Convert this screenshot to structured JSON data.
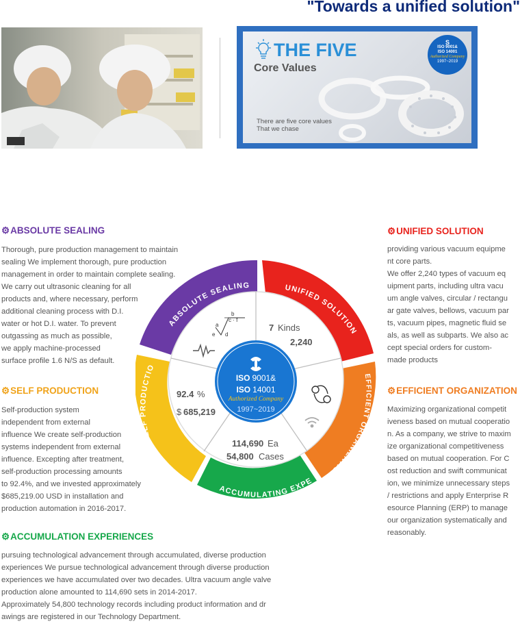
{
  "header": {
    "headline": "\"Towards a unified solution\""
  },
  "banner": {
    "title": "THE FIVE",
    "subtitle": "Core Values",
    "note_line1": "There are five core values",
    "note_line2": "That we chase",
    "badge": {
      "iso1": "ISO 9001&",
      "iso2": "ISO 14001",
      "sig": "Authorized Company",
      "years": "1997~2019"
    }
  },
  "sections": {
    "absolute": {
      "title": "ABSOLUTE SEALING",
      "lines": [
        "Thorough, pure production management to  maintain",
        "sealing We implement thorough, pure production",
        "management in order to maintain complete sealing.",
        "We carry out ultrasonic cleaning for all",
        "products and, where necessary, perform",
        "additional cleaning process with D.I.",
        "water or hot D.I. water. To prevent",
        "outgassing as much as possible,",
        "we apply machine-processed",
        "surface profile 1.6 N/S as default."
      ]
    },
    "self": {
      "title": "SELF PRODUCTION",
      "lines": [
        "Self-production system",
        "independent from external",
        "influence We create self-production",
        "systems independent from external",
        "influence. Excepting after treatment,",
        "self-production processing amounts",
        "to 92.4%, and we invested approximately",
        "$685,219.00 USD in installation and",
        "production automation in 2016-2017."
      ]
    },
    "accumulation": {
      "title": "ACCUMULATION EXPERIENCES",
      "lines": [
        "pursuing technological advancement through accumulated, diverse production",
        "experiences We pursue technological advancement through diverse production",
        "experiences we have accumulated over two decades.  Ultra vacuum angle valve",
        "production alone amounted to 114,690 sets in 2014-2017.",
        "Approximately 54,800 technology records including product information and dr",
        "awings are registered in our Technology Department."
      ]
    },
    "unified": {
      "title": "UNIFIED SOLUTION",
      "lines": [
        "providing various vacuum equipme",
        "nt core parts.",
        "We offer 2,240 types of vacuum eq",
        "uipment parts, including ultra vacu",
        "um angle valves, circular / rectangu",
        "ar gate valves, bellows, vacuum par",
        "ts, vacuum pipes, magnetic fluid se",
        "als, as well as subparts. We also ac",
        "cept special orders for custom-",
        "made products"
      ]
    },
    "efficient": {
      "title": "EFFICIENT ORGANIZATION",
      "lines": [
        "Maximizing organizational competit",
        "iveness based on mutual cooperatio",
        "n. As a company, we strive to maxim",
        "ize organizational competitiveness",
        "based on mutual cooperation. For C",
        "ost reduction and swift communicat",
        "ion, we minimize unnecessary steps",
        "/ restrictions and apply Enterprise R",
        "esource Planning (ERP) to manage",
        "our organization systematically and",
        "reasonably."
      ]
    }
  },
  "wheel": {
    "ring": {
      "absolute": "ABSOLUTE SEALING",
      "unified": "UNIFIED SOLUTION",
      "efficient": "EFFICIENT ORGANIZATION",
      "accumulating": "ACCUMULATING EXPER.",
      "self": "SELF PRODUCTION"
    },
    "formula": {
      "b": "b",
      "cf": "c · f",
      "a": "a",
      "e": "e",
      "d": "d"
    },
    "kinds_num": "7",
    "kinds_label": "Kinds",
    "kinds_total": "2,240",
    "percent_num": "92.4",
    "percent_sign": "%",
    "invest_cur": "$",
    "invest_val": "685,219",
    "ea_num": "114,690",
    "ea_label": "Ea",
    "cases_num": "54,800",
    "cases_label": "Cases",
    "center": {
      "iso1": "ISO",
      "iso1b": "9001&",
      "iso2": "ISO",
      "iso2b": "14001",
      "sig": "Authorized Company",
      "years": "1997~2019"
    }
  },
  "colors": {
    "navy": "#0d2a78",
    "purple": "#6a3aa5",
    "red": "#e8231d",
    "orange": "#ef7d22",
    "green": "#17a84b",
    "yellow": "#f5c21a",
    "center_blue": "#1976d2"
  }
}
